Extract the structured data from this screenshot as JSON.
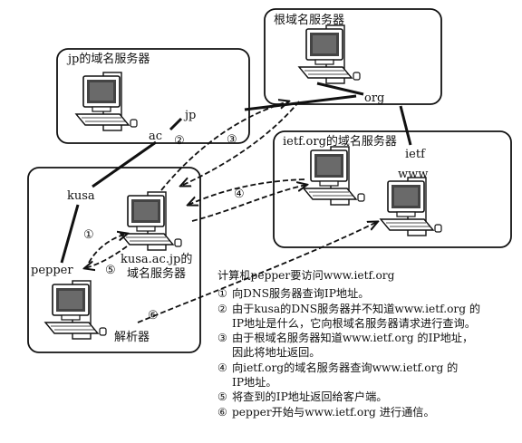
{
  "nodes": {
    "root": "根域名服务器",
    "jp": "jp的域名服务器",
    "ietf": "ietf.org的域名服务器",
    "kusa_server": [
      "kusa.ac.jp的",
      "域名服务器"
    ],
    "resolver": "解析器"
  },
  "labels": {
    "jp": "jp",
    "ac": "ac",
    "org": "org",
    "kusa": "kusa",
    "pepper": "pepper",
    "ietf": "ietf",
    "www": "www"
  },
  "step_markers": [
    "①",
    "②",
    "③",
    "④",
    "⑤",
    "⑥"
  ],
  "description": {
    "heading": "计算机pepper要访问www.ietf.org",
    "steps": [
      {
        "num": "①",
        "lines": [
          "向DNS服务器查询IP地址。"
        ]
      },
      {
        "num": "②",
        "lines": [
          "由于kusa的DNS服务器并不知道www.ietf.org 的",
          "IP地址是什么，它向根域名服务器请求进行查询。"
        ]
      },
      {
        "num": "③",
        "lines": [
          "由于根域名服务器知道www.ietf.org 的IP地址，",
          "因此将地址返回。"
        ]
      },
      {
        "num": "④",
        "lines": [
          "向ietf.org的域名服务器查询www.ietf.org 的",
          "IP地址。"
        ]
      },
      {
        "num": "⑤",
        "lines": [
          "将查到的IP地址返回给客户端。"
        ]
      },
      {
        "num": "⑥",
        "lines": [
          "pepper开始与www.ietf.org  进行通信。"
        ]
      }
    ]
  }
}
